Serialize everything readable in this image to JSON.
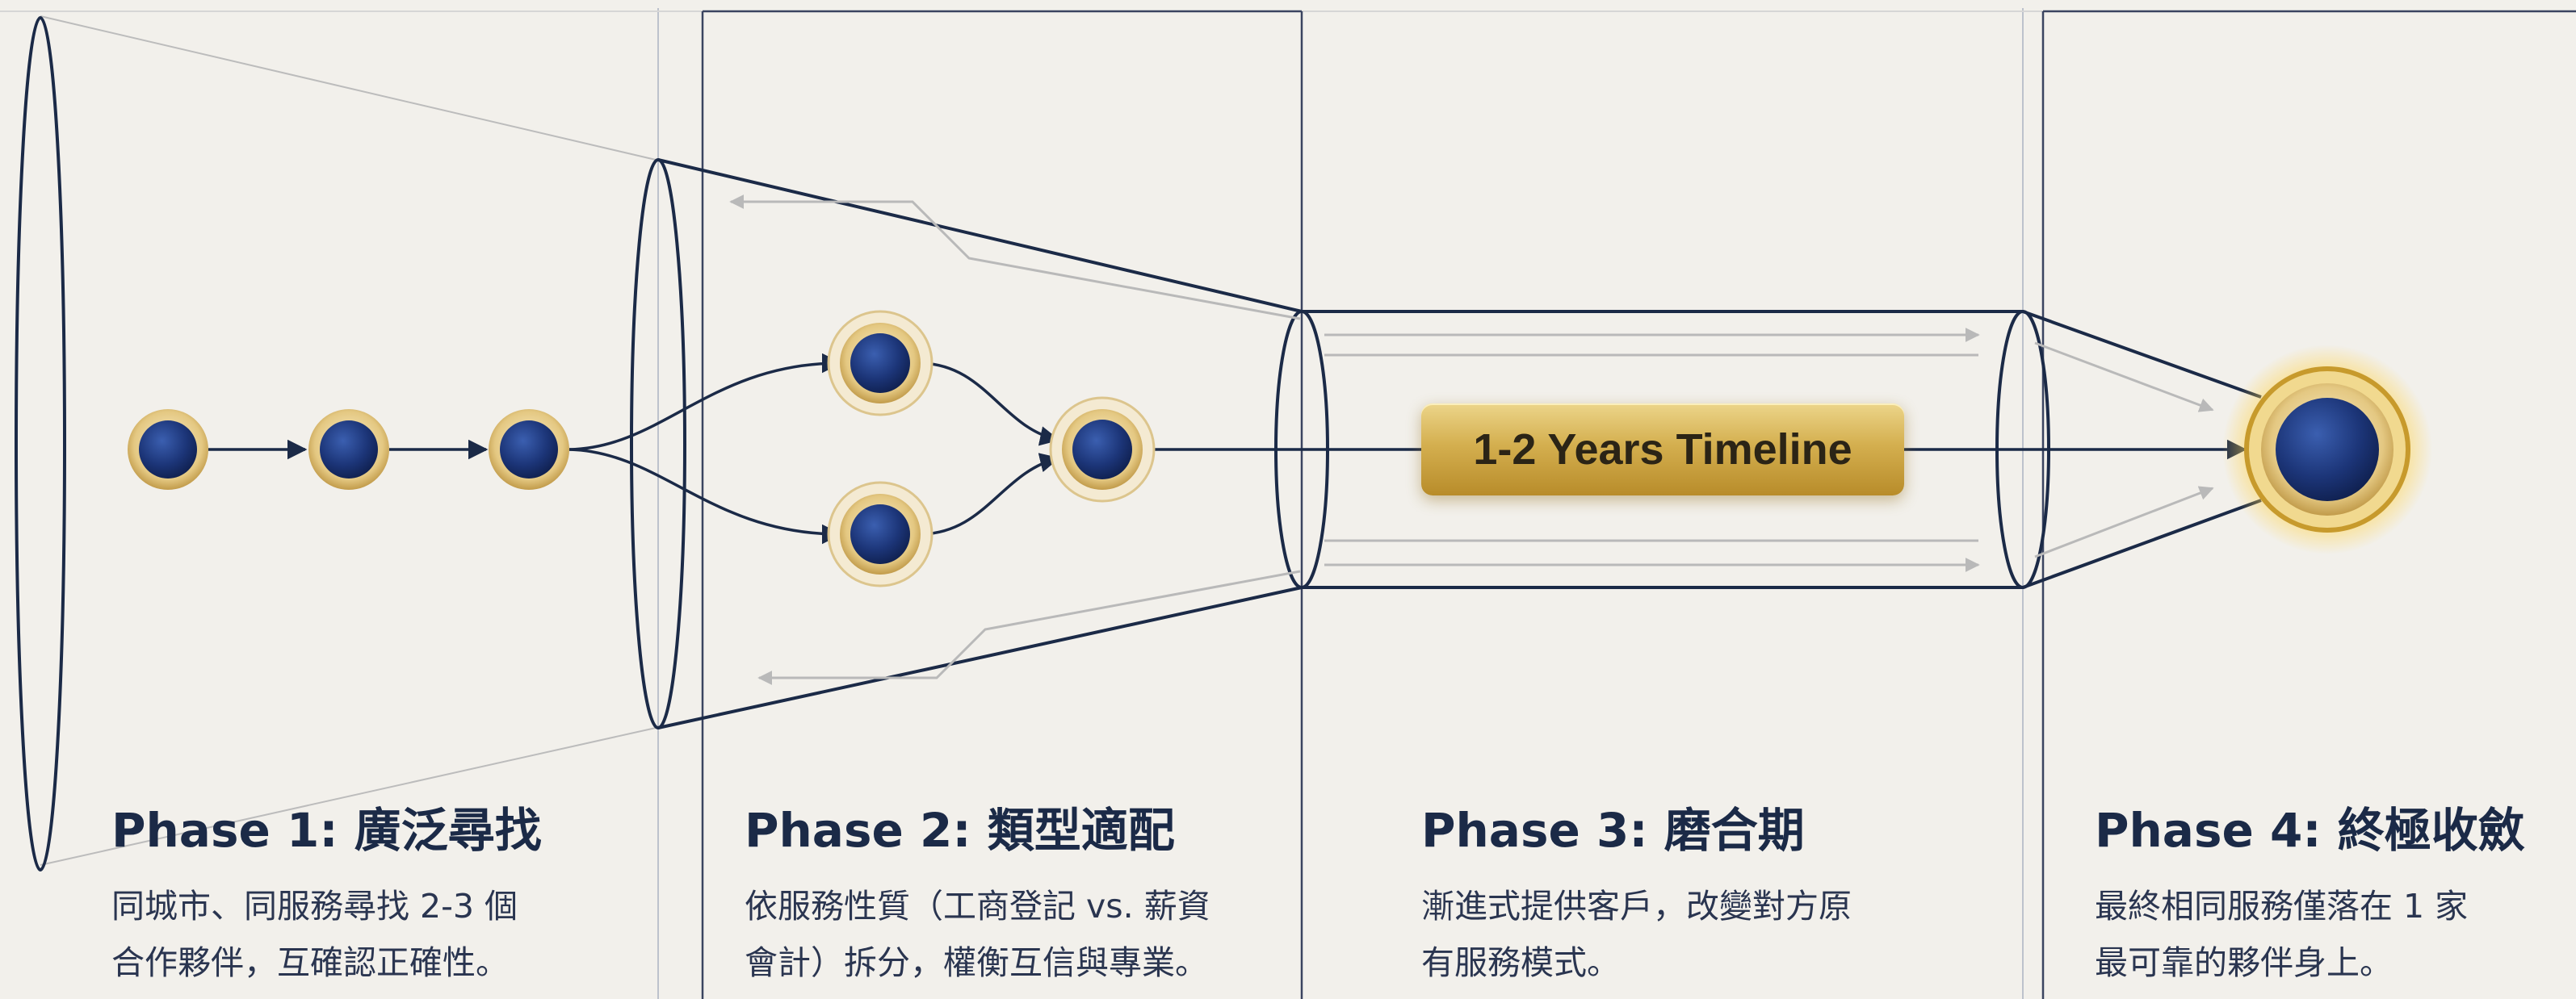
{
  "timeline": {
    "label": "1-2 Years Timeline"
  },
  "phases": [
    {
      "title": "Phase 1: 廣泛尋找",
      "lines": [
        "同城市、同服務尋找 2-3 個",
        "合作夥伴，互確認正確性。"
      ]
    },
    {
      "title": "Phase 2: 類型適配",
      "lines": [
        "依服務性質（工商登記 vs. 薪資",
        "會計）拆分，權衡互信與專業。"
      ]
    },
    {
      "title": "Phase 3: 磨合期",
      "lines": [
        "漸進式提供客戶，改變對方原",
        "有服務模式。"
      ]
    },
    {
      "title": "Phase 4: 終極收斂",
      "lines": [
        "最終相同服務僅落在 1 家",
        "最可靠的夥伴身上。"
      ]
    }
  ],
  "colors": {
    "navy": "#1b2a47",
    "node": "#1f3a7a",
    "gold": "#c9a24a",
    "background": "#f2f0eb"
  }
}
